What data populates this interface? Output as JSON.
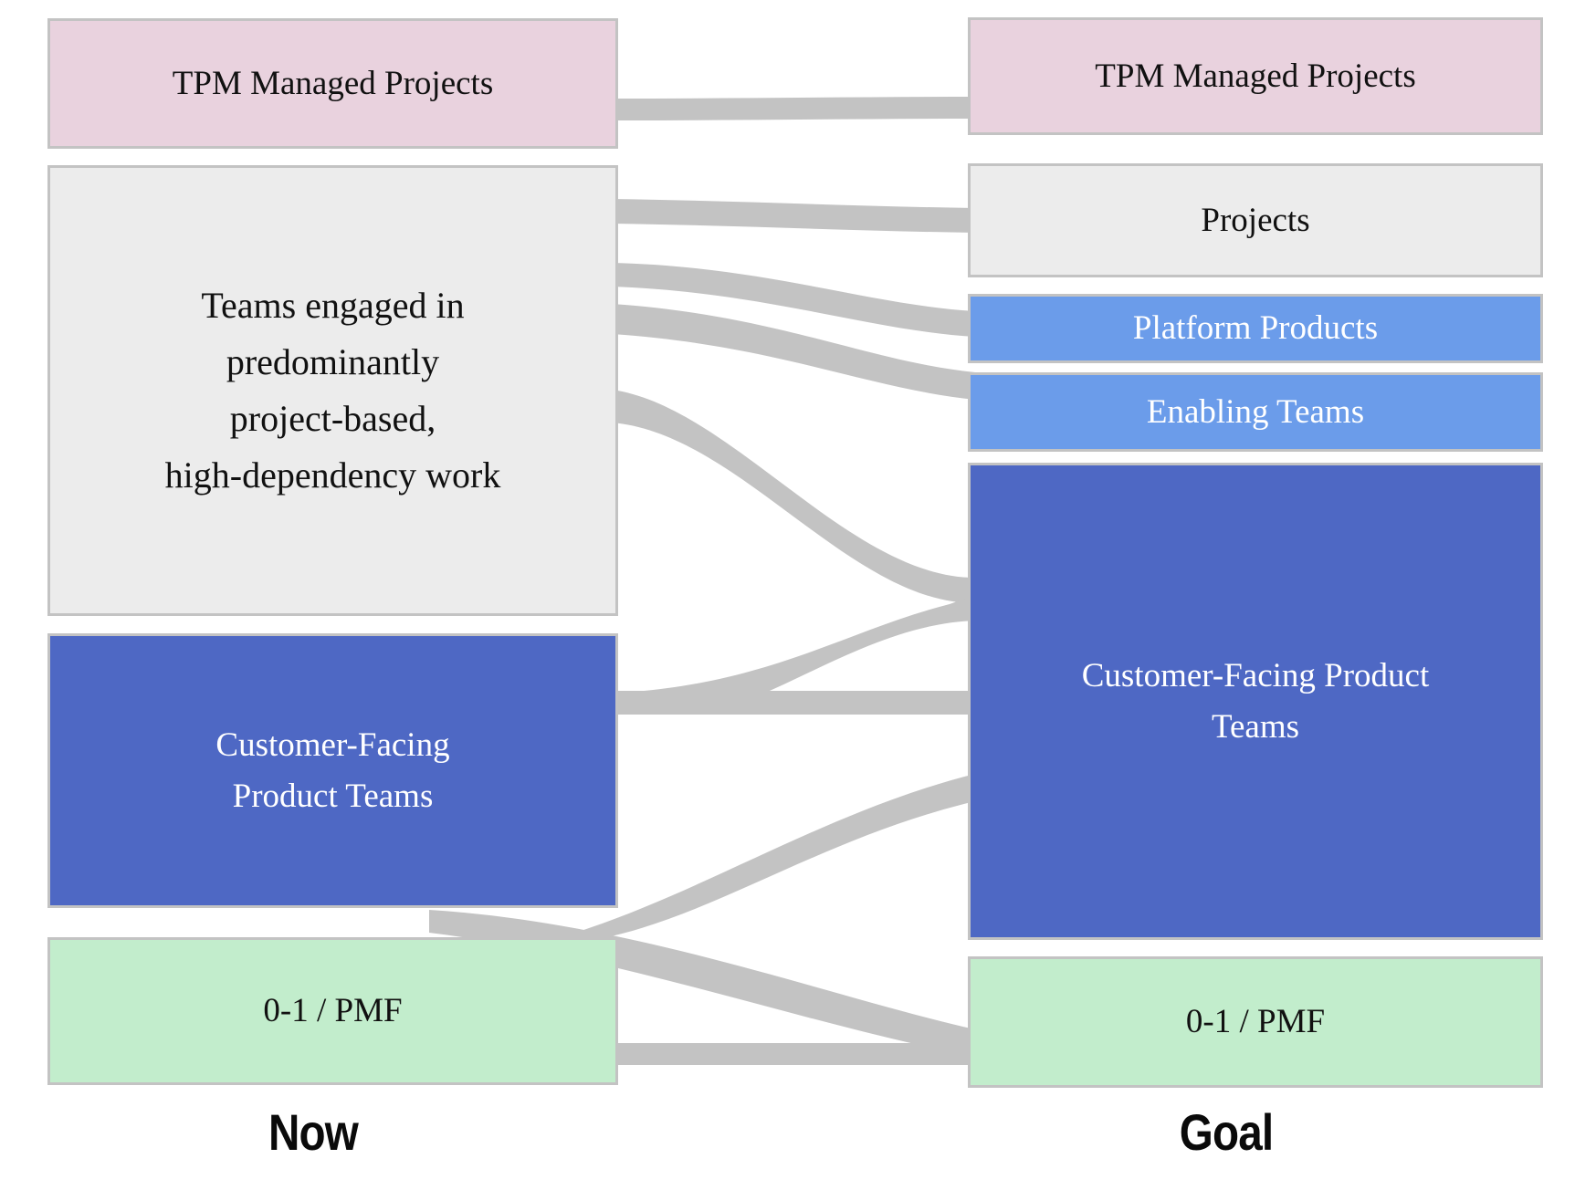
{
  "diagram": {
    "now": {
      "label": "Now",
      "boxes": {
        "tpm": {
          "label": [
            "TPM Managed Projects"
          ],
          "fill": "#e9d2de"
        },
        "teams": {
          "label": [
            "Teams engaged in",
            "predominantly",
            "project-based,",
            "high-dependency work"
          ],
          "fill": "#ececec"
        },
        "customer_facing": {
          "label": [
            "Customer-Facing",
            "Product Teams"
          ],
          "fill": "#4e68c4"
        },
        "pmf": {
          "label": [
            "0-1 / PMF"
          ],
          "fill": "#c2edcc"
        }
      }
    },
    "goal": {
      "label": "Goal",
      "boxes": {
        "tpm": {
          "label": [
            "TPM Managed Projects"
          ],
          "fill": "#e9d2de"
        },
        "projects": {
          "label": [
            "Projects"
          ],
          "fill": "#ececec"
        },
        "platform": {
          "label": [
            "Platform Products"
          ],
          "fill": "#6b9cea"
        },
        "enabling": {
          "label": [
            "Enabling Teams"
          ],
          "fill": "#6b9cea"
        },
        "customer_facing": {
          "label": [
            "Customer-Facing Product",
            "Teams"
          ],
          "fill": "#4e68c4"
        },
        "pmf": {
          "label": [
            "0-1 / PMF"
          ],
          "fill": "#c2edcc"
        }
      }
    },
    "flows": [
      {
        "from": "now.tpm",
        "to": "goal.tpm"
      },
      {
        "from": "now.teams",
        "to": "goal.projects"
      },
      {
        "from": "now.teams",
        "to": "goal.platform"
      },
      {
        "from": "now.teams",
        "to": "goal.enabling"
      },
      {
        "from": "now.teams",
        "to": "goal.customer_facing"
      },
      {
        "from": "now.customer_facing",
        "to": "goal.customer_facing"
      },
      {
        "from": "now.customer_facing",
        "to": "goal.pmf"
      },
      {
        "from": "now.pmf",
        "to": "goal.customer_facing"
      },
      {
        "from": "now.pmf",
        "to": "goal.pmf"
      }
    ],
    "colors": {
      "ribbon_gray": "#c3c3c3",
      "border_gray": "#c3c3c3",
      "pink": "#e9d2de",
      "light_gray_box": "#ececec",
      "dark_blue": "#4e68c4",
      "light_blue": "#6b9cea",
      "green": "#c2edcc",
      "text_dark": "#111111",
      "text_light": "#ffffff"
    }
  }
}
